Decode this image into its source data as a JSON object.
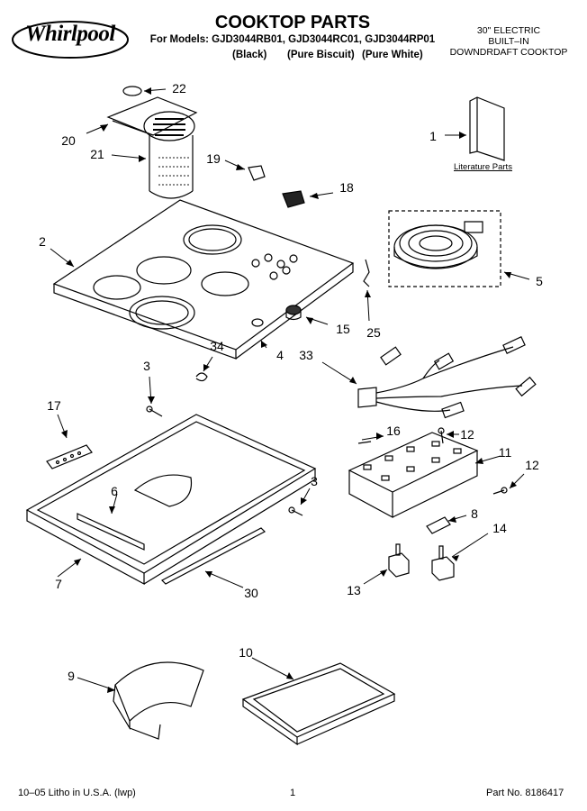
{
  "header": {
    "brand": "Whirlpool",
    "title": "COOKTOP PARTS",
    "models_line": "For Models: GJD3044RB01, GJD3044RC01, GJD3044RP01",
    "variants": [
      "(Black)",
      "(Pure Biscuit)",
      "(Pure White)"
    ],
    "spec_lines": [
      "30\" ELECTRIC",
      "BUILT–IN",
      "DOWNDRDAFT COOKTOP"
    ]
  },
  "diagram": {
    "literature_label": "Literature Parts",
    "callouts": [
      "22",
      "20",
      "21",
      "19",
      "18",
      "1",
      "2",
      "5",
      "15",
      "25",
      "4",
      "34",
      "33",
      "3",
      "17",
      "16",
      "12",
      "11",
      "6",
      "3",
      "12",
      "8",
      "7",
      "30",
      "14",
      "13",
      "10",
      "9"
    ]
  },
  "footer": {
    "left": "10–05 Litho in U.S.A. (lwp)",
    "center": "1",
    "right": "Part No. 8186417"
  }
}
